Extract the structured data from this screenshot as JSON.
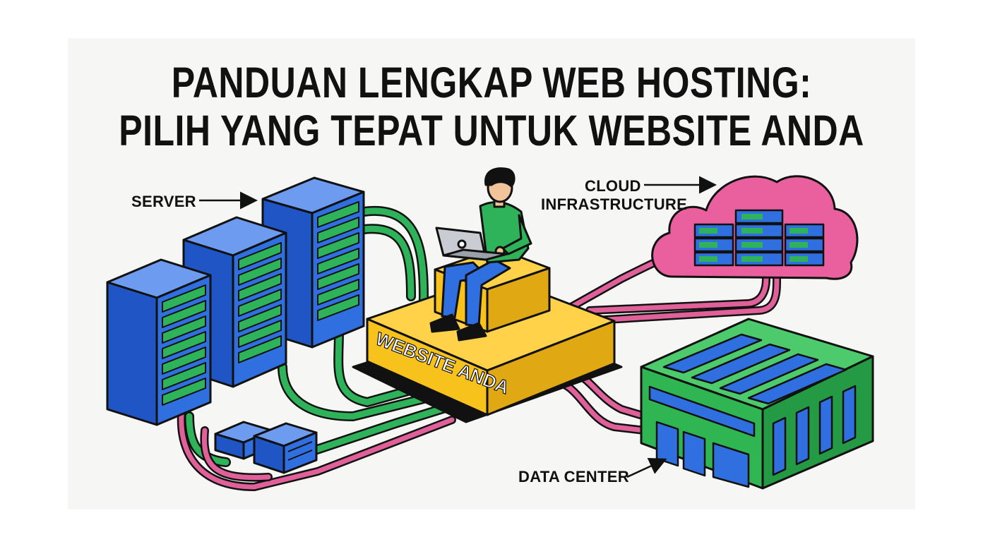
{
  "title": {
    "line1": "PANDUAN LENGKAP WEB HOSTING:",
    "line2": "PILIH YANG TEPAT UNTUK WEBSITE ANDA"
  },
  "labels": {
    "server": "SERVER",
    "cloud_line1": "CLOUD",
    "cloud_line2": "INFRASTRUCTURE",
    "website": "WEBSITE ANDA",
    "data_center": "DATA CENTER"
  },
  "colors": {
    "server_blue": "#2f6fe0",
    "cable_green": "#2fb35a",
    "cable_pink": "#e0609a",
    "platform_yellow": "#f7c21b",
    "cloud_pink": "#ea5f9e",
    "building_green": "#2fb551",
    "ink": "#111111"
  },
  "icons": [
    "server-rack-icon",
    "laptop-icon",
    "person-icon",
    "cloud-icon",
    "data-center-building-icon",
    "network-switch-icon",
    "arrow-right-icon"
  ]
}
